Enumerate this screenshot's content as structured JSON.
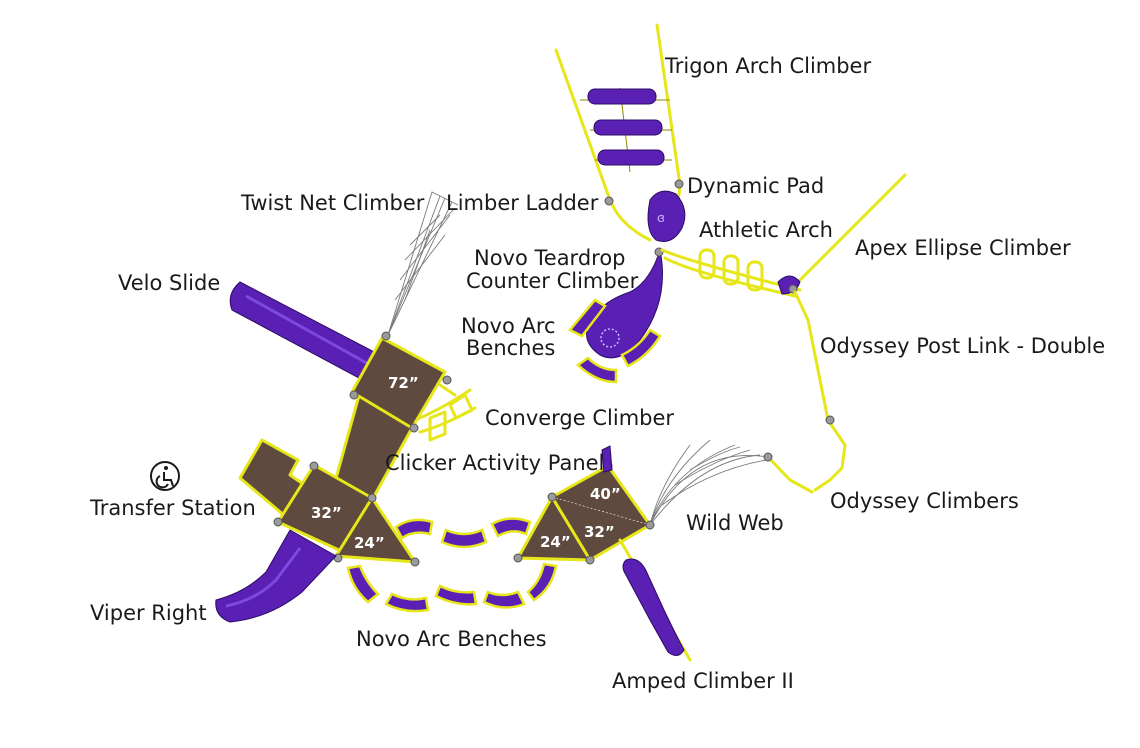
{
  "labels": {
    "trigon_arch_climber": "Trigon Arch Climber",
    "dynamic_pad": "Dynamic Pad",
    "twist_net_climber": "Twist Net Climber",
    "limber_ladder": "Limber Ladder",
    "athletic_arch": "Athletic Arch",
    "apex_ellipse_climber": "Apex Ellipse Climber",
    "novo_teardrop_line1": "Novo Teardrop",
    "novo_teardrop_line2": "Counter Climber",
    "velo_slide": "Velo Slide",
    "novo_arc_benches_top_line1": "Novo Arc",
    "novo_arc_benches_top_line2": "Benches",
    "odyssey_post_link": "Odyssey Post Link - Double",
    "converge_climber": "Converge Climber",
    "clicker_activity_panel": "Clicker Activity Panel",
    "transfer_station": "Transfer Station",
    "odyssey_climbers": "Odyssey Climbers",
    "wild_web": "Wild Web",
    "viper_right": "Viper Right",
    "novo_arc_benches_bottom": "Novo Arc Benches",
    "amped_climber": "Amped Climber II"
  },
  "decks": {
    "deck_72": "72”",
    "deck_32_left": "32”",
    "deck_24_left": "24”",
    "deck_40": "40”",
    "deck_24_right": "24”",
    "deck_32_right": "32”"
  },
  "icons": {
    "accessibility": "wheelchair-icon"
  },
  "colors": {
    "purple": "#5a1fb3",
    "yellow": "#e6e619",
    "deck_brown": "#5e4a3e",
    "net_gray": "#7a7a7a"
  }
}
